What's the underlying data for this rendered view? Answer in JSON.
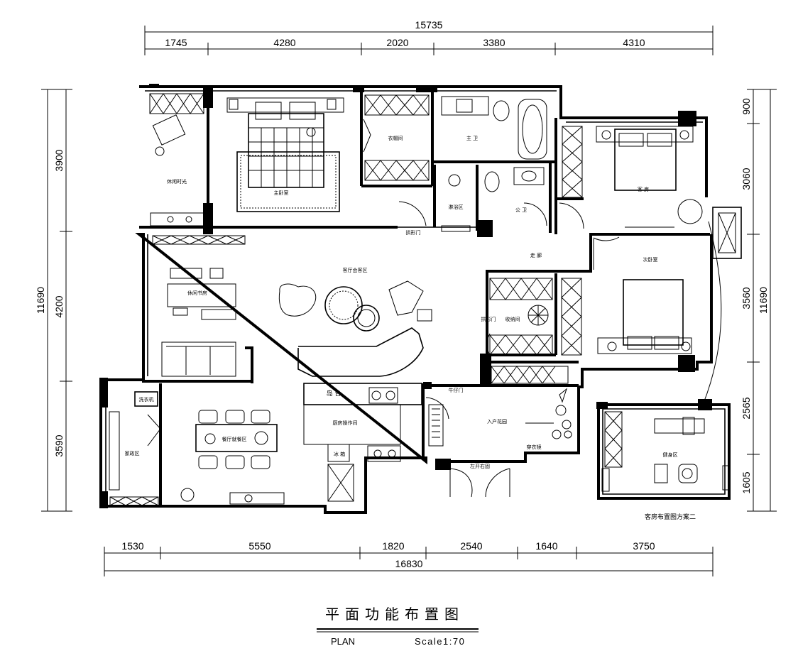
{
  "dimensions": {
    "top_total": "15735",
    "top_segments": [
      "1745",
      "4280",
      "2020",
      "3380",
      "4310"
    ],
    "bottom_total": "16830",
    "bottom_segments": [
      "1530",
      "5550",
      "1820",
      "2540",
      "1640",
      "3750"
    ],
    "left_total": "11690",
    "left_segments": [
      "3900",
      "4200",
      "3590"
    ],
    "right_total": "11690",
    "right_segments": [
      "900",
      "3060",
      "3560",
      "2565",
      "1605"
    ]
  },
  "rooms": {
    "leisure": "休闲时光",
    "master_bedroom": "主卧室",
    "cloakroom": "衣帽间",
    "master_bath": "主 卫",
    "shower": "淋浴区",
    "public_bath": "公 卫",
    "arc_door_1": "拱形门",
    "guest_room": "客 房",
    "corridor": "走 廊",
    "second_bedroom": "次卧室",
    "living": "客厅会客区",
    "study": "休闲书房",
    "arc_door_2": "拱形门",
    "storage": "收纳间",
    "island": "岛 台",
    "kitchen": "厨房操作间",
    "dining": "餐厅就餐区",
    "laundry": "洗衣机",
    "housework": "家政区",
    "fridge": "冰 箱",
    "cowboy_door": "牛仔门",
    "entry_garden": "入户花园",
    "mirror": "穿衣镜",
    "double_door": "左开右固",
    "gym": "健身区"
  },
  "notes": {
    "guest_scheme": "客房布置图方案二"
  },
  "title_block": {
    "title": "平面功能布置图",
    "plan_label": "PLAN",
    "scale": "Scale1:70"
  }
}
